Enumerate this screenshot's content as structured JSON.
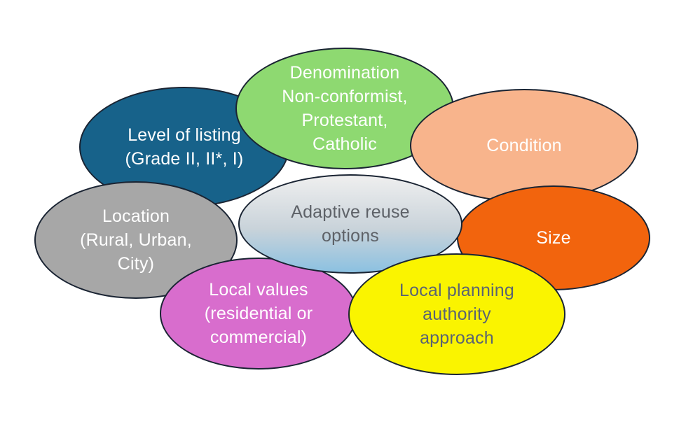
{
  "diagram": {
    "title_hint": "Factors around adaptive reuse options",
    "border_color": "#1A2433",
    "background": "#FFFFFF",
    "ellipses": [
      {
        "name": "level-of-listing",
        "lines": [
          "Level of listing",
          "(Grade II, II*, I)"
        ],
        "fill": "#17628A",
        "text_color": "#FFFFFF"
      },
      {
        "name": "denomination",
        "lines": [
          "Denomination",
          "Non-conformist,",
          "Protestant,",
          "Catholic"
        ],
        "fill": "#8ED971",
        "text_color": "#FFFFFF"
      },
      {
        "name": "condition",
        "lines": [
          "Condition"
        ],
        "fill": "#F8B48C",
        "text_color": "#FFFFFF"
      },
      {
        "name": "location",
        "lines": [
          "Location",
          "(Rural, Urban,",
          "City)"
        ],
        "fill": "#A7A7A7",
        "text_color": "#FFFFFF"
      },
      {
        "name": "adaptive-reuse-options",
        "lines": [
          "Adaptive reuse",
          "options"
        ],
        "fill_gradient": {
          "top": "#EFEFEF",
          "mid": "#C9D3DA",
          "bottom": "#8CC1E1"
        },
        "text_color": "#5E6268"
      },
      {
        "name": "size",
        "lines": [
          "Size"
        ],
        "fill": "#F2640D",
        "text_color": "#FFFFFF"
      },
      {
        "name": "local-values",
        "lines": [
          "Local values",
          "(residential or",
          "commercial)"
        ],
        "fill": "#D86DCD",
        "text_color": "#FFFFFF"
      },
      {
        "name": "local-planning-authority",
        "lines": [
          "Local planning",
          "authority",
          "approach"
        ],
        "fill": "#FAF400",
        "text_color": "#5A6472"
      }
    ]
  }
}
